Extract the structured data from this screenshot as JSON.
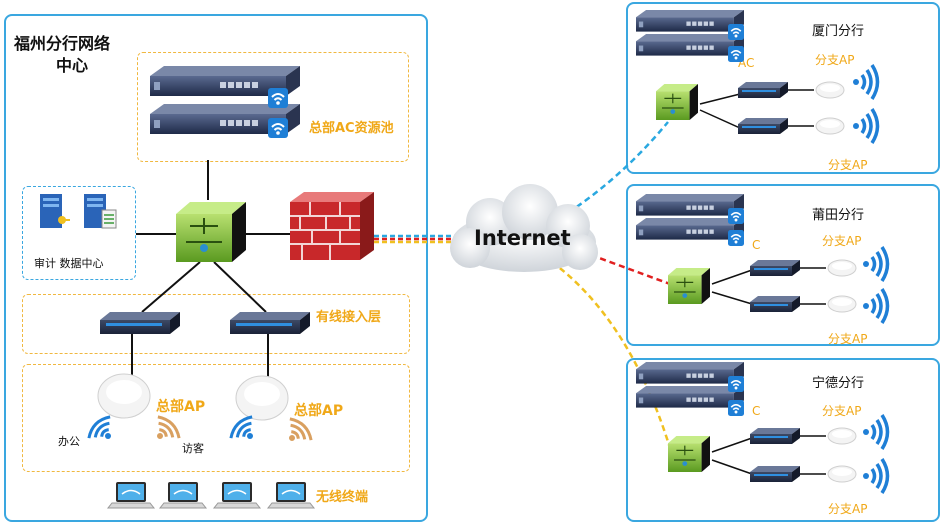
{
  "hq": {
    "title_line1": "福州分行网络",
    "title_line2": "中心",
    "ac_pool_label": "总部AC资源池",
    "dc_label": "审计 数据中心",
    "wired_label": "有线接入层",
    "ap_label_1": "总部AP",
    "ap_label_2": "总部AP",
    "office_label": "办公",
    "guest_label": "访客",
    "wireless_terminal_label": "无线终端"
  },
  "internet_label": "Internet",
  "branches": [
    {
      "name": "厦门分行",
      "ap_top": "分支AP",
      "ap_bottom": "分支AP",
      "ac_partial": "AC"
    },
    {
      "name": "莆田分行",
      "ap_top": "分支AP",
      "ap_bottom": "分支AP",
      "ac_partial": "C"
    },
    {
      "name": "宁德分行",
      "ap_top": "分支AP",
      "ap_bottom": "分支AP",
      "ac_partial": "C"
    }
  ],
  "colors": {
    "panel_border": "#3aa7e0",
    "label_orange": "#f0a818",
    "link_blue": "#2aa8e0",
    "link_red": "#e02020",
    "link_yellow": "#f0c020",
    "wifi_blue": "#1f7fd6",
    "wifi_tan": "#d9a060"
  }
}
